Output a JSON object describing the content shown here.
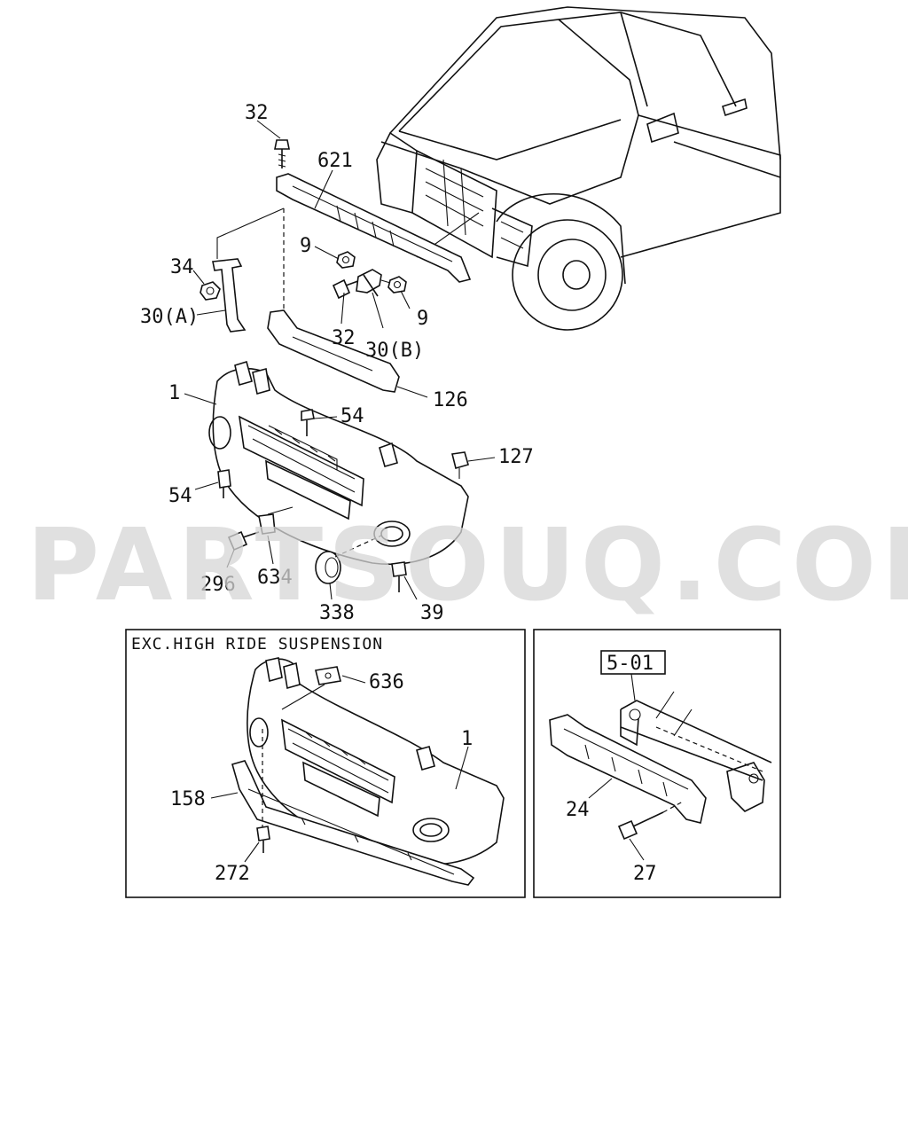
{
  "watermark": "PARTSOUQ.COM",
  "main_labels": {
    "l32_top": "32",
    "l621": "621",
    "l9_a": "9",
    "l34": "34",
    "l30a": "30(A)",
    "l32_mid": "32",
    "l30b": "30(B)",
    "l9_b": "9",
    "l126": "126",
    "l1": "1",
    "l54_a": "54",
    "l127": "127",
    "l54_b": "54",
    "l296": "296",
    "l634": "634",
    "l338": "338",
    "l39": "39"
  },
  "inset_left": {
    "caption": "EXC.HIGH RIDE SUSPENSION",
    "l636": "636",
    "l1": "1",
    "l158": "158",
    "l272": "272"
  },
  "inset_right": {
    "ref_box": "5-01",
    "l24": "24",
    "l27": "27"
  }
}
